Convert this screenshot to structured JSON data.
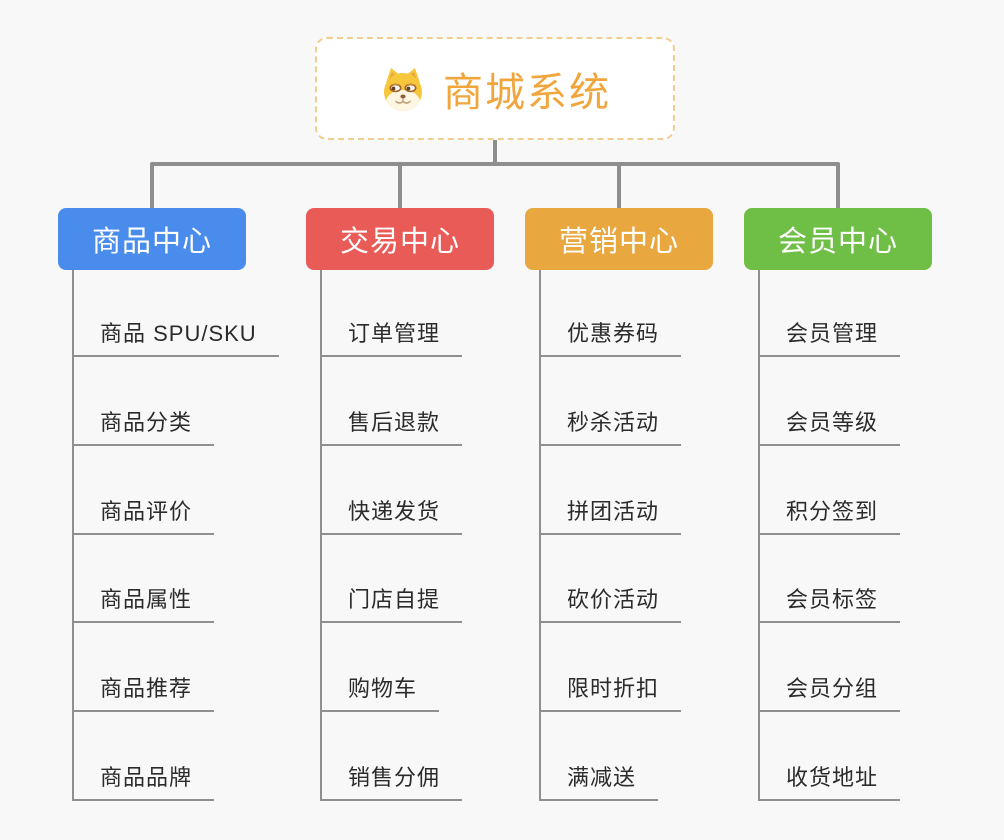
{
  "root": {
    "title": "商城系统",
    "icon": "dog-face-icon"
  },
  "branches": [
    {
      "label": "商品中心",
      "color": "#4A8CEC",
      "children": [
        "商品 SPU/SKU",
        "商品分类",
        "商品评价",
        "商品属性",
        "商品推荐",
        "商品品牌"
      ]
    },
    {
      "label": "交易中心",
      "color": "#E85B57",
      "children": [
        "订单管理",
        "售后退款",
        "快递发货",
        "门店自提",
        "购物车",
        "销售分佣"
      ]
    },
    {
      "label": "营销中心",
      "color": "#E9A83F",
      "children": [
        "优惠券码",
        "秒杀活动",
        "拼团活动",
        "砍价活动",
        "限时折扣",
        "满减送"
      ]
    },
    {
      "label": "会员中心",
      "color": "#6FBE45",
      "children": [
        "会员管理",
        "会员等级",
        "积分签到",
        "会员标签",
        "会员分组",
        "收货地址"
      ]
    }
  ],
  "palette": {
    "connector": "#8E8E8E",
    "underline": "#8F8F8F",
    "canvas_bg": "#F8F8F8",
    "root_border": "#F2CD90",
    "root_text": "#F0A63C",
    "leaf_text": "#2B2B2B"
  }
}
